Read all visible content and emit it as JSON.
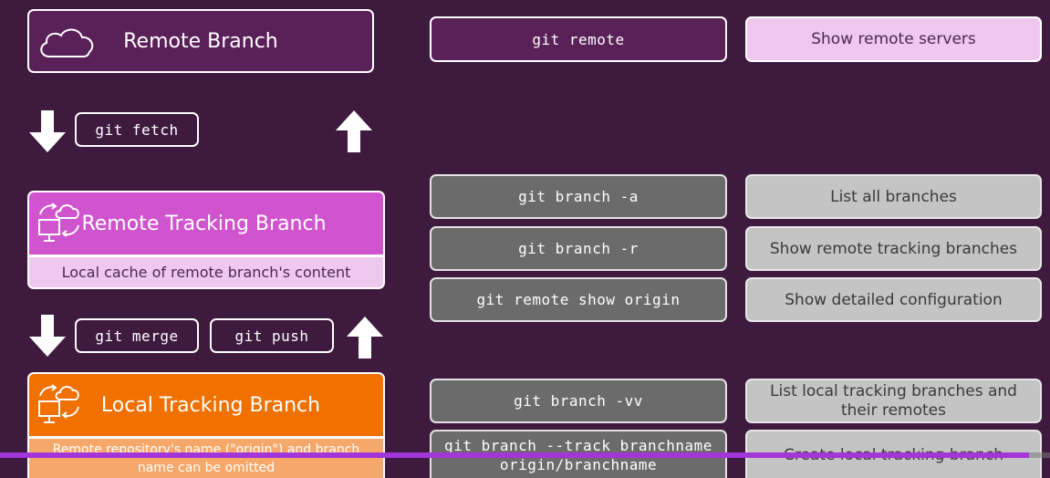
{
  "left": {
    "remote_branch": {
      "title": "Remote Branch",
      "icon": "cloud-icon"
    },
    "fetch_label": "git fetch",
    "remote_tracking": {
      "title": "Remote Tracking Branch",
      "icon": "computer-cloud-sync-icon",
      "caption": "Local cache of remote branch's content"
    },
    "merge_label": "git merge",
    "push_label": "git push",
    "local_tracking": {
      "title": "Local Tracking Branch",
      "icon": "computer-cloud-sync-icon",
      "caption_line1": "Remote repository's name (\"origin\") and branch",
      "caption_line2": "name can be omitted"
    }
  },
  "commands": [
    {
      "cmd": "git remote",
      "desc": "Show remote servers",
      "style": "purple"
    },
    {
      "cmd": "git branch -a",
      "desc": "List all branches",
      "style": "gray"
    },
    {
      "cmd": "git branch -r",
      "desc": "Show remote tracking branches",
      "style": "gray"
    },
    {
      "cmd": "git remote show origin",
      "desc": "Show detailed configuration",
      "style": "gray"
    },
    {
      "cmd": "git branch -vv",
      "desc_line1": "List local tracking branches and",
      "desc_line2": "their remotes",
      "style": "gray"
    },
    {
      "cmd_line1": "git branch --track branchname",
      "cmd_line2": "origin/branchname",
      "desc": "Create local tracking branch",
      "style": "gray"
    }
  ],
  "colors": {
    "background": "#3f1a3f",
    "remote_branch": "#5a2158",
    "remote_tracking": "#d154cf",
    "local_tracking": "#f07000",
    "progress": "#a236d8"
  },
  "video": {
    "progress_fraction": 0.98
  }
}
